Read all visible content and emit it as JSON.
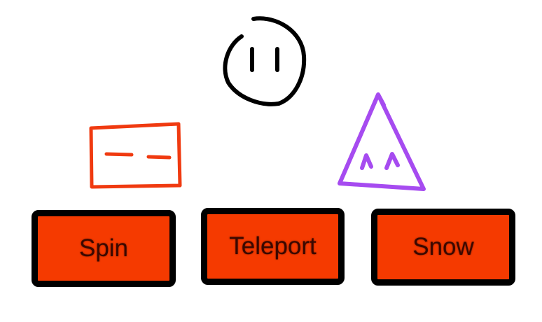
{
  "buttons": [
    {
      "label": "Spin"
    },
    {
      "label": "Teleport"
    },
    {
      "label": "Snow"
    }
  ],
  "colors": {
    "button_fill": "#f53a00",
    "button_border": "#000000",
    "button_text": "#3a0800",
    "red_character": "#f03a10",
    "purple_character": "#a64bf0",
    "black_character": "#000000"
  }
}
